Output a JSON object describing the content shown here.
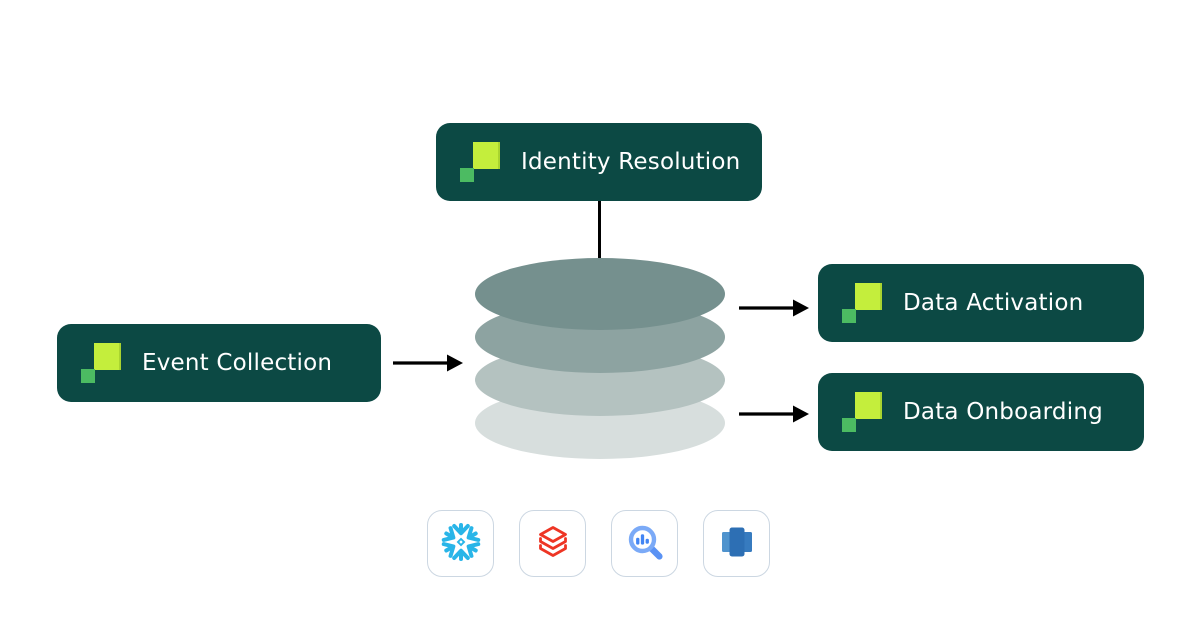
{
  "nodes": {
    "identity_resolution": {
      "label": "Identity Resolution"
    },
    "event_collection": {
      "label": "Event Collection"
    },
    "data_activation": {
      "label": "Data Activation"
    },
    "data_onboarding": {
      "label": "Data Onboarding"
    }
  },
  "warehouse_stack": {
    "layer_colors": [
      "#75908e",
      "#8da3a1",
      "#b4c2c0",
      "#d7dedd"
    ]
  },
  "integrations": [
    {
      "icon": "snowflake-icon",
      "color": "#29b5e8"
    },
    {
      "icon": "databricks-icon",
      "color": "#ee3524"
    },
    {
      "icon": "bigquery-icon",
      "color": "#4285f4"
    },
    {
      "icon": "redshift-icon",
      "color": "#2d6fb4"
    }
  ],
  "theme": {
    "node_background": "#0c4944",
    "node_text": "#ffffff",
    "logo_lime": "#c4ee3c",
    "logo_green": "#4cbb62",
    "arrow_color": "#000000",
    "card_border": "#ccd7e2",
    "background": "#ffffff"
  }
}
